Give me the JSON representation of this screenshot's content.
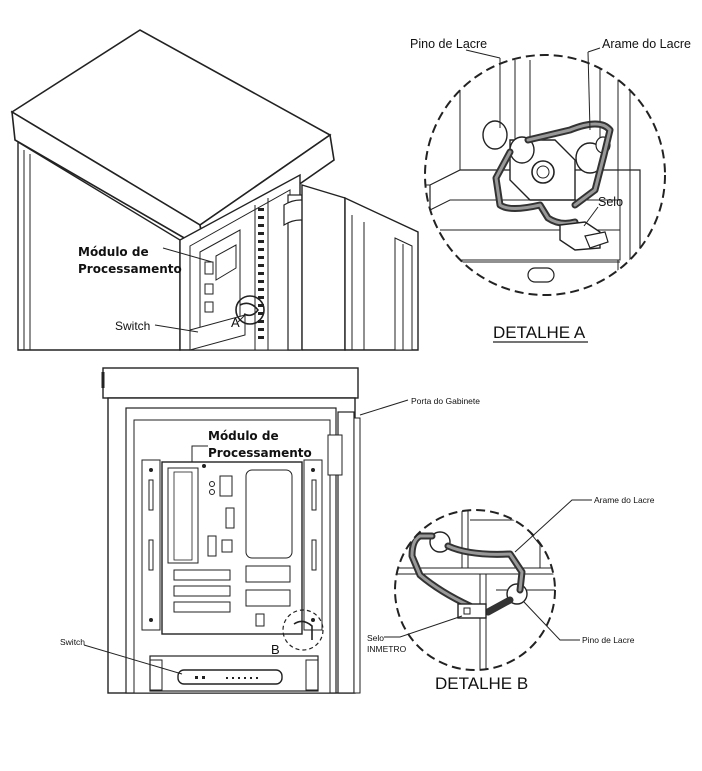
{
  "top": {
    "labels": {
      "pino_de_lacre": "Pino de Lacre",
      "arame_do_lacre": "Arame do Lacre",
      "selo": "Selo",
      "modulo_line1": "Módulo de",
      "modulo_line2": "Processamento",
      "switch": "Switch",
      "marker": "A",
      "detail_title": "DETALHE A"
    }
  },
  "bottom": {
    "labels": {
      "porta_do_gabinete": "Porta do Gabinete",
      "modulo_line1": "Módulo de",
      "modulo_line2": "Processamento",
      "arame_do_lacre": "Arame do Lacre",
      "selo_line1": "Selo",
      "selo_line2": "INMETRO",
      "pino_de_lacre": "Pino de Lacre",
      "switch": "Switch",
      "marker": "B",
      "detail_title": "DETALHE B"
    }
  }
}
